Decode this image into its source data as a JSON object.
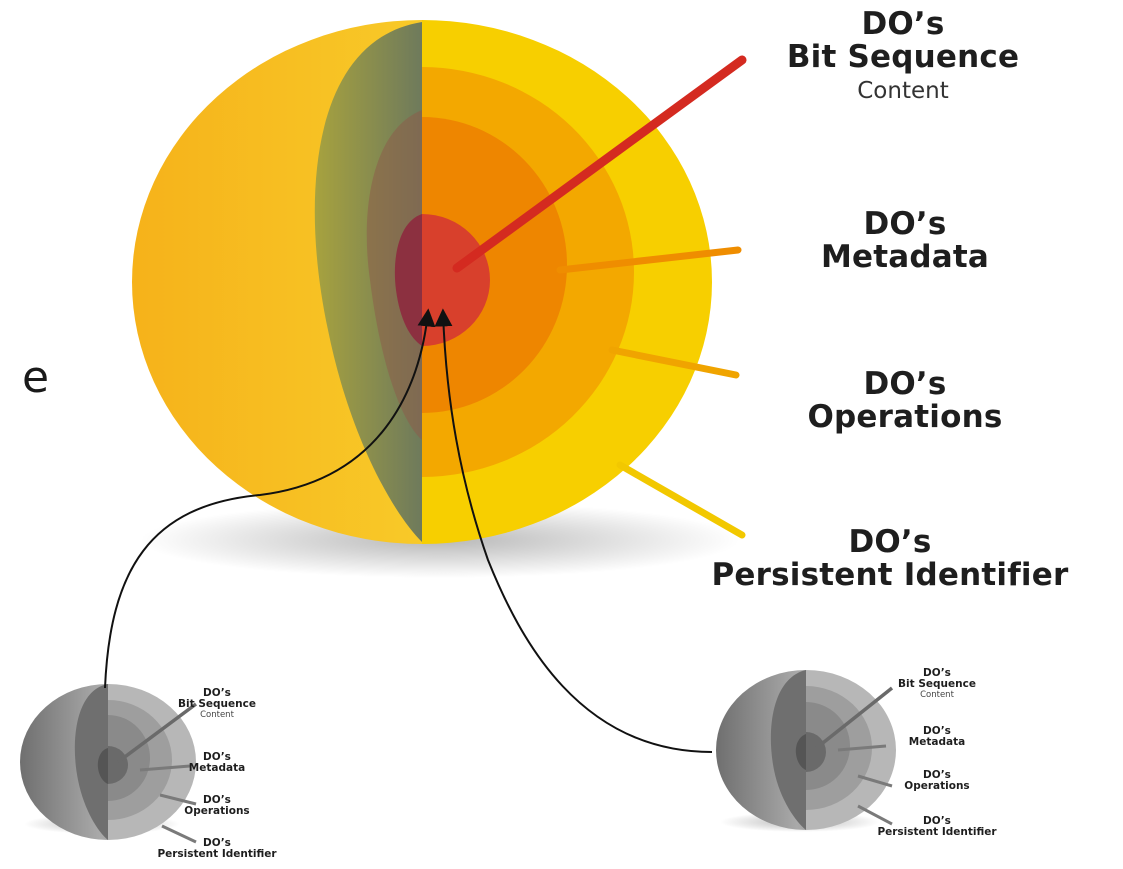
{
  "cut_text": "e",
  "big_model": {
    "labels": [
      {
        "title": "DO’s Bit Sequence",
        "title_line1": "DO’s",
        "title_line2": "Bit Sequence",
        "sub": "Content"
      },
      {
        "title_line1": "DO’s",
        "title_line2": "Metadata",
        "sub": ""
      },
      {
        "title_line1": "DO’s",
        "title_line2": "Operations",
        "sub": ""
      },
      {
        "title_line1": "DO’s",
        "title_line2": "Persistent Identifier",
        "sub": ""
      }
    ],
    "layer_colors": [
      "#f5c400",
      "#f4a300",
      "#ef8a00",
      "#e0561e",
      "#c93c2e"
    ],
    "pointer_colors": [
      "#d5281e",
      "#ee8a00",
      "#f0a000",
      "#f2c800"
    ]
  },
  "small_model_left": {
    "labels": [
      {
        "title_line1": "DO’s",
        "title_line2": "Bit Sequence",
        "sub": "Content"
      },
      {
        "title_line1": "DO’s",
        "title_line2": "Metadata",
        "sub": ""
      },
      {
        "title_line1": "DO’s",
        "title_line2": "Operations",
        "sub": ""
      },
      {
        "title_line1": "DO’s",
        "title_line2": "Persistent Identifier",
        "sub": ""
      }
    ]
  },
  "small_model_right": {
    "labels": [
      {
        "title_line1": "DO’s",
        "title_line2": "Bit Sequence",
        "sub": "Content"
      },
      {
        "title_line1": "DO’s",
        "title_line2": "Metadata",
        "sub": ""
      },
      {
        "title_line1": "DO’s",
        "title_line2": "Operations",
        "sub": ""
      },
      {
        "title_line1": "DO’s",
        "title_line2": "Persistent Identifier",
        "sub": ""
      }
    ]
  }
}
